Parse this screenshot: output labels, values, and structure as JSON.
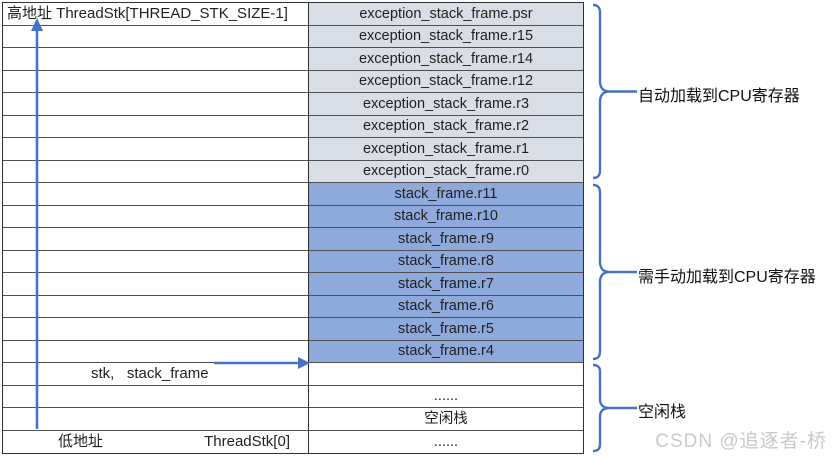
{
  "colors": {
    "accent": "#4472c4",
    "exception_row_bg": "#d9dde6",
    "stack_row_bg": "#8ea9db"
  },
  "left_column": {
    "top_label": "高地址 ThreadStk[THREAD_STK_SIZE-1]",
    "pointer_label": "stk,   stack_frame",
    "bottom_left_label": "低地址",
    "bottom_right_label": "ThreadStk[0]"
  },
  "stack_cells": [
    "exception_stack_frame.psr",
    "exception_stack_frame.r15",
    "exception_stack_frame.r14",
    "exception_stack_frame.r12",
    "exception_stack_frame.r3",
    "exception_stack_frame.r2",
    "exception_stack_frame.r1",
    "exception_stack_frame.r0",
    "stack_frame.r11",
    "stack_frame.r10",
    "stack_frame.r9",
    "stack_frame.r8",
    "stack_frame.r7",
    "stack_frame.r6",
    "stack_frame.r5",
    "stack_frame.r4",
    "",
    "......",
    "空闲栈",
    "......"
  ],
  "braces": [
    {
      "label": "自动加载到CPU寄存器"
    },
    {
      "label": "需手动加载到CPU寄存器"
    },
    {
      "label": "空闲栈"
    }
  ],
  "watermark": "CSDN @追逐者-桥"
}
